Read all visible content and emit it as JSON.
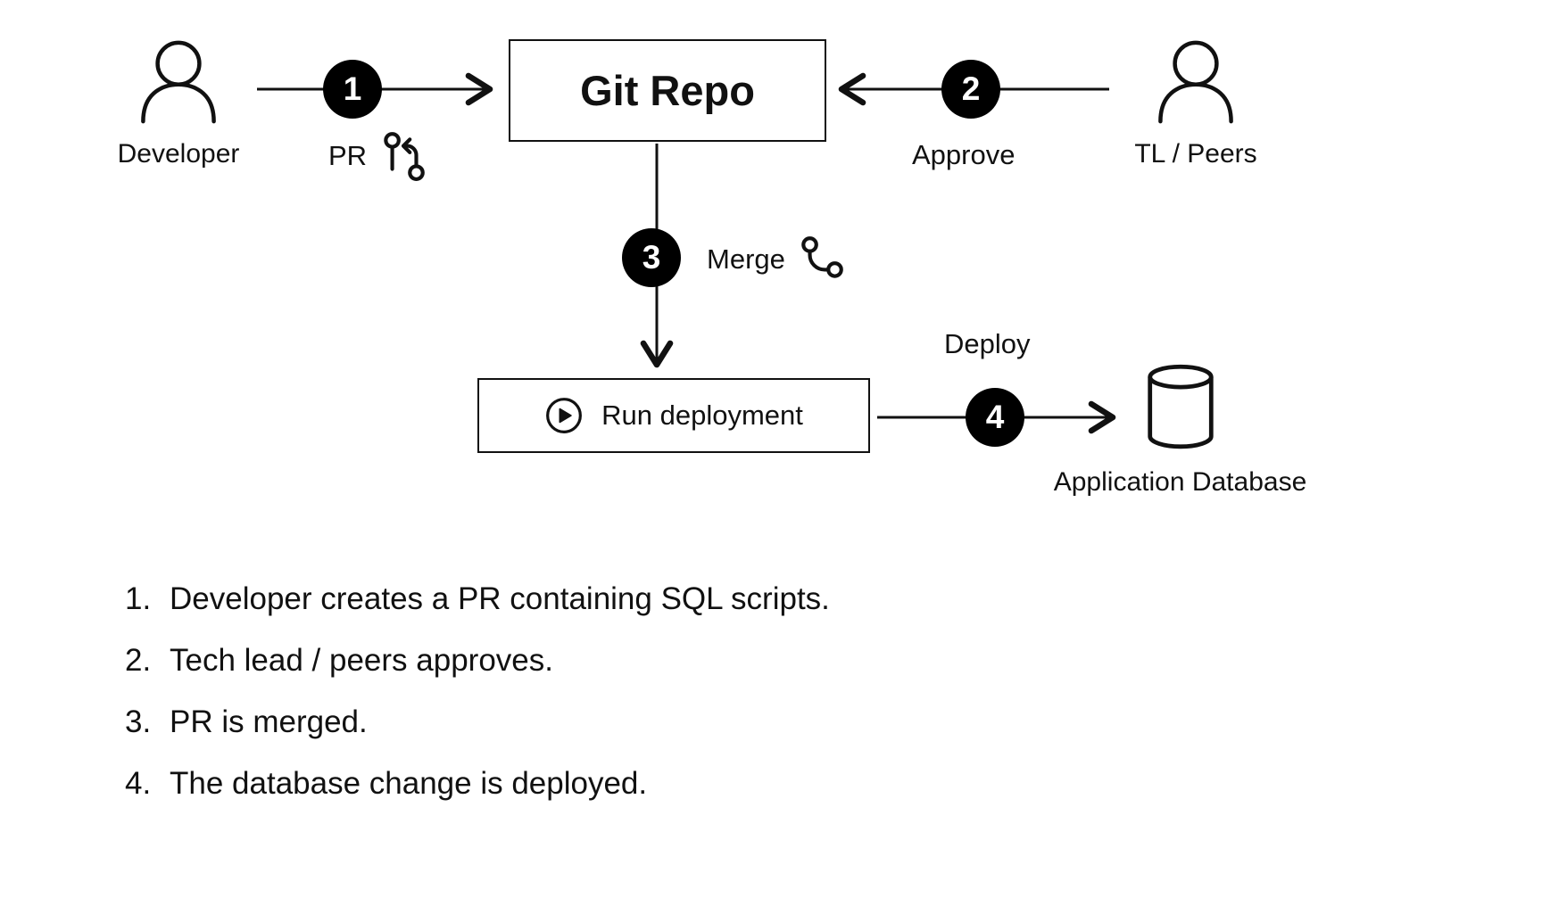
{
  "nodes": {
    "developer": {
      "label": "Developer"
    },
    "git_repo": {
      "label": "Git Repo"
    },
    "tl_peers": {
      "label": "TL / Peers"
    },
    "run_deployment": {
      "label": "Run deployment"
    },
    "application_database": {
      "label": "Application Database"
    }
  },
  "edges": {
    "pr": {
      "badge": "1",
      "label": "PR"
    },
    "approve": {
      "badge": "2",
      "label": "Approve"
    },
    "merge": {
      "badge": "3",
      "label": "Merge"
    },
    "deploy": {
      "badge": "4",
      "label": "Deploy"
    }
  },
  "steps": [
    {
      "num": "1.",
      "text": "Developer creates a PR containing SQL scripts."
    },
    {
      "num": "2.",
      "text": "Tech lead / peers approves."
    },
    {
      "num": "3.",
      "text": "PR is merged."
    },
    {
      "num": "4.",
      "text": "The database change is deployed."
    }
  ],
  "colors": {
    "ink": "#111111",
    "badge_background": "#000000",
    "badge_text": "#ffffff",
    "background": "#ffffff"
  }
}
